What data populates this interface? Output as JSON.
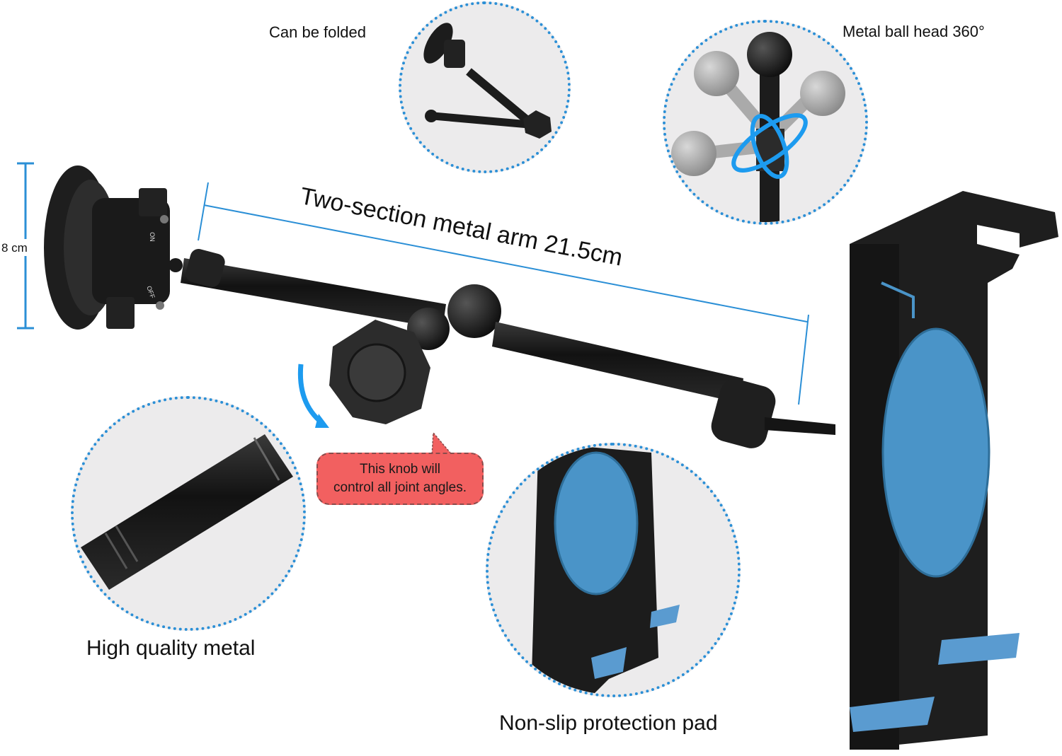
{
  "features": {
    "folded": {
      "label": "Can be folded"
    },
    "ball_head": {
      "label": "Metal ball head 360°"
    },
    "metal": {
      "label": "High quality metal"
    },
    "pad": {
      "label": "Non-slip protection pad"
    }
  },
  "dimensions": {
    "height_label": "8 cm",
    "arm_label": "Two-section metal arm 21.5cm"
  },
  "callout": {
    "line1": "This knob will",
    "line2": "control all joint angles."
  },
  "suction_cup": {
    "on_label": "ON",
    "off_label": "OFF"
  },
  "colors": {
    "accent_blue": "#2b8fd6",
    "pad_blue": "#4a94c8",
    "callout_red": "#f26060",
    "body_black": "#1c1c1c"
  }
}
